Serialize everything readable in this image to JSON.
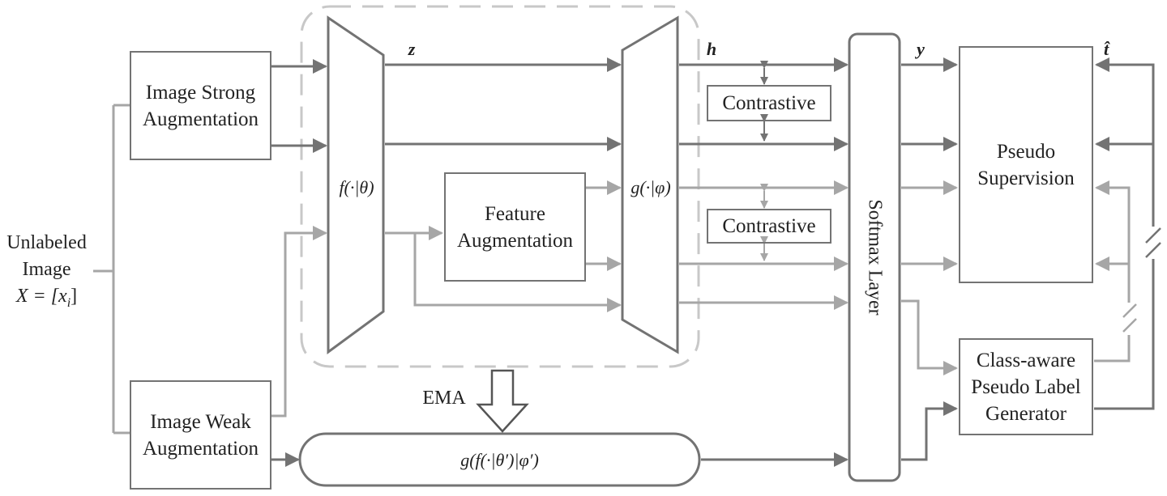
{
  "input": {
    "line1": "Unlabeled",
    "line2": "Image",
    "formula": "X = [x",
    "formula_sub": "i",
    "formula_end": "]"
  },
  "strong_aug": {
    "line1": "Image Strong",
    "line2": "Augmentation"
  },
  "weak_aug": {
    "line1": "Image Weak",
    "line2": "Augmentation"
  },
  "encoder": {
    "label": "f(·|θ)"
  },
  "decoder": {
    "label": "g(·|φ)"
  },
  "feature_aug": {
    "line1": "Feature",
    "line2": "Augmentation"
  },
  "contrastive_top": {
    "label": "Contrastive"
  },
  "contrastive_bottom": {
    "label": "Contrastive"
  },
  "softmax": {
    "label": "Softmax Layer"
  },
  "pseudo_supervision": {
    "line1": "Pseudo",
    "line2": "Supervision"
  },
  "class_aware": {
    "line1": "Class-aware",
    "line2": "Pseudo Label",
    "line3": "Generator"
  },
  "ema_model": {
    "label": "g(f(·|θ′)|φ′)"
  },
  "ema": {
    "label": "EMA"
  },
  "symbols": {
    "z": "z",
    "h": "h",
    "y": "y",
    "t_hat": "t̂"
  },
  "colors": {
    "dark": "#737373",
    "light": "#a6a6a6",
    "dashed": "#c8c8c8"
  }
}
